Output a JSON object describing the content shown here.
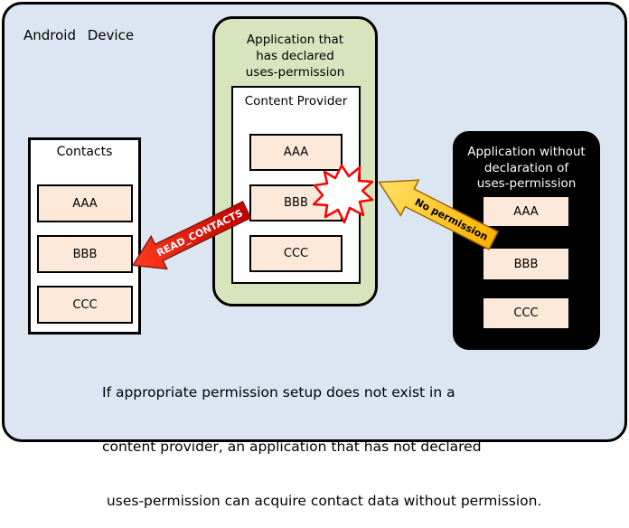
{
  "device": {
    "title": "Android   Device"
  },
  "contacts": {
    "title": "Contacts",
    "items": [
      "AAA",
      "BBB",
      "CCC"
    ]
  },
  "app_declared": {
    "title_lines": [
      "Application that",
      "has declared",
      "uses-permission"
    ],
    "provider": {
      "title": "Content Provider",
      "items": [
        "AAA",
        "BBB",
        "CCC"
      ]
    }
  },
  "app_undeclared": {
    "title_lines": [
      "Application without",
      "declaration of",
      "uses-permission"
    ],
    "items": [
      "AAA",
      "BBB",
      "CCC"
    ]
  },
  "arrows": {
    "read_contacts": {
      "label": "READ_CONTACTS",
      "color": "#ff0000"
    },
    "no_permission": {
      "label": "No permission",
      "color": "#ffc000"
    }
  },
  "caption_lines": [
    "If appropriate permission setup does not exist in a",
    "content provider, an application that has not declared",
    " uses-permission can acquire contact data without permission."
  ]
}
